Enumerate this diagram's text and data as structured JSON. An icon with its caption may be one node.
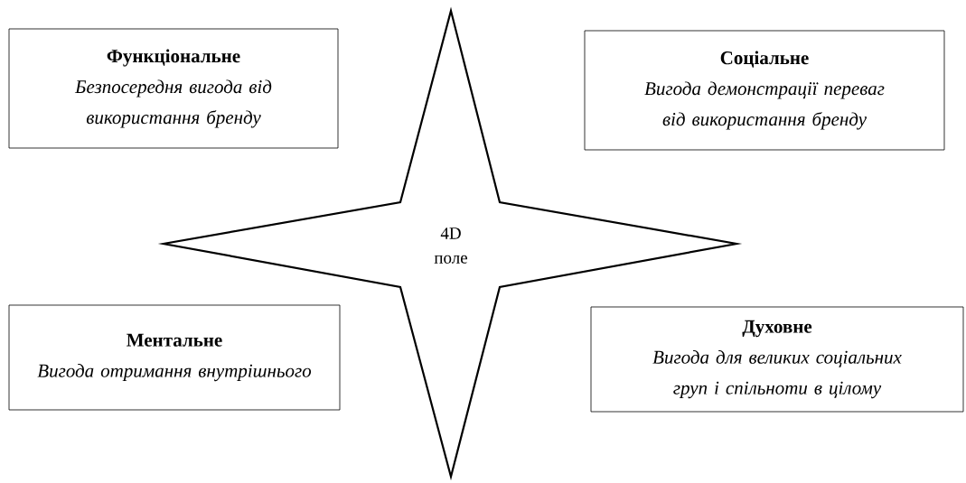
{
  "diagram": {
    "nodes": [
      {
        "text": [
          "Функціональне",
          "Безпосередня вигода від використання бренду"
        ]
      },
      {
        "text": [
          "Соціальне",
          "Вигода демонстрації переваг від використання бренду"
        ]
      },
      {
        "text": [
          "4D поле"
        ]
      },
      {
        "text": [
          "Ментальне",
          "Вигода отримання внутрішнього"
        ]
      },
      {
        "text": [
          "Духовне",
          "Вигода для великих соціальних груп і спільноти в цілому"
        ]
      }
    ]
  }
}
